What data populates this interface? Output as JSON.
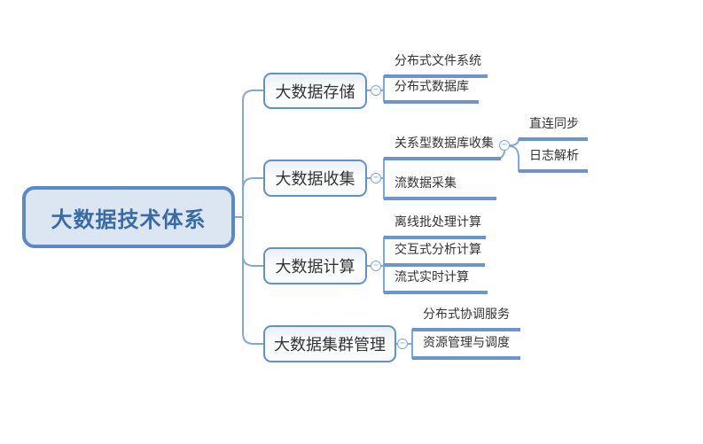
{
  "mindmap": {
    "root": {
      "label": "大数据技术体系"
    },
    "branches": [
      {
        "label": "大数据存储",
        "children": [
          {
            "label": "分布式文件系统"
          },
          {
            "label": "分布式数据库"
          }
        ]
      },
      {
        "label": "大数据收集",
        "children": [
          {
            "label": "关系型数据库收集",
            "children": [
              {
                "label": "直连同步"
              },
              {
                "label": "日志解析"
              }
            ]
          },
          {
            "label": "流数据采集"
          }
        ]
      },
      {
        "label": "大数据计算",
        "children": [
          {
            "label": "离线批处理计算"
          },
          {
            "label": "交互式分析计算"
          },
          {
            "label": "流式实时计算"
          }
        ]
      },
      {
        "label": "大数据集群管理",
        "children": [
          {
            "label": "分布式协调服务"
          },
          {
            "label": "资源管理与调度"
          }
        ]
      }
    ],
    "collapse_glyph": "−",
    "colors": {
      "root_fill": "#dce6f2",
      "root_border": "#5b89c7",
      "root_text": "#3a6ba6",
      "node_border": "#6191c6",
      "node_text": "#333333",
      "line": "#82a8d6",
      "underline": "#6e95cb",
      "canvas": "#ffffff"
    }
  }
}
